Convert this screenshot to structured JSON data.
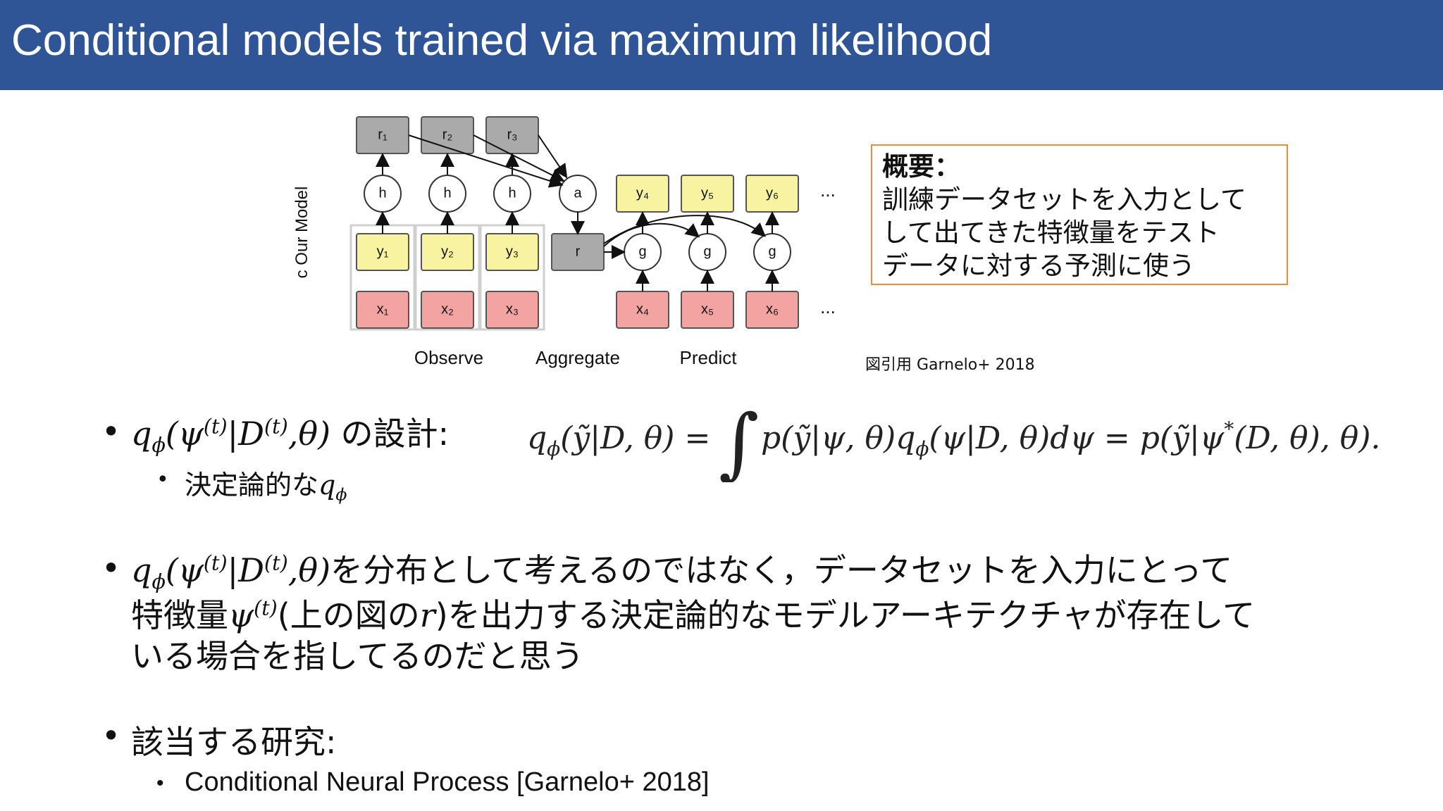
{
  "slide": {
    "title": "Conditional models trained via maximum likelihood"
  },
  "figure": {
    "side_label": "c  Our Model",
    "nodes": {
      "r1": "r₁",
      "r2": "r₂",
      "r3": "r₃",
      "h": "h",
      "a": "a",
      "r": "r",
      "g": "g",
      "y1": "y₁",
      "y2": "y₂",
      "y3": "y₃",
      "y4": "y₄",
      "y5": "y₅",
      "y6": "y₆",
      "x1": "x₁",
      "x2": "x₂",
      "x3": "x₃",
      "x4": "x₄",
      "x5": "x₅",
      "x6": "x₆",
      "ellipsis": "..."
    },
    "stages": [
      "Observe",
      "Aggregate",
      "Predict"
    ],
    "credit": "図引用 Garnelo+ 2018",
    "colors": {
      "r_box": "#aaaaaa",
      "y_box": "#f7f3a0",
      "x_box": "#f4a3a3"
    }
  },
  "summary": {
    "heading": "概要：",
    "lines": [
      "訓練データセットを入力として",
      "して出てきた特徴量をテスト",
      "データに対する予測に使う"
    ]
  },
  "bullets": {
    "b1_math": "q",
    "b1_math_sub": "ϕ",
    "b1_math_mid": "(ψ",
    "b1_math_sup1": "(t)",
    "b1_math_mid2": "|D",
    "b1_math_sup2": "(t)",
    "b1_math_end": ",θ)",
    "b1_text": " の設計:",
    "b1_sub_text": "決定論的な",
    "b1_sub_math": "q",
    "b1_sub_math_sub": "ϕ",
    "formula": "q_ϕ(ỹ|D,θ) = ∫ p(ỹ|ψ,θ)q_ϕ(ψ|D,θ)dψ = p(ỹ|ψ*(D,θ),θ).",
    "b2_line1_math": "q",
    "b2_line1_math_sub": "ϕ",
    "b2_line1_math_mid": "(ψ",
    "b2_line1_math_sup1": "(t)",
    "b2_line1_math_mid2": "|D",
    "b2_line1_math_sup2": "(t)",
    "b2_line1_math_end": ",θ)",
    "b2_line1_text": "を分布として考えるのではなく，データセットを入力にとって",
    "b2_line2_pre": "特徴量",
    "b2_line2_math": "ψ",
    "b2_line2_sup": "(t)",
    "b2_line2_mid": "(上の図の",
    "b2_line2_r": "r",
    "b2_line2_post": ")を出力する決定論的なモデルアーキテクチャが存在して",
    "b2_line3": "いる場合を指してるのだと思う",
    "b3_text": "該当する研究:",
    "b3_sub": "Conditional Neural Process [Garnelo+ 2018]"
  }
}
